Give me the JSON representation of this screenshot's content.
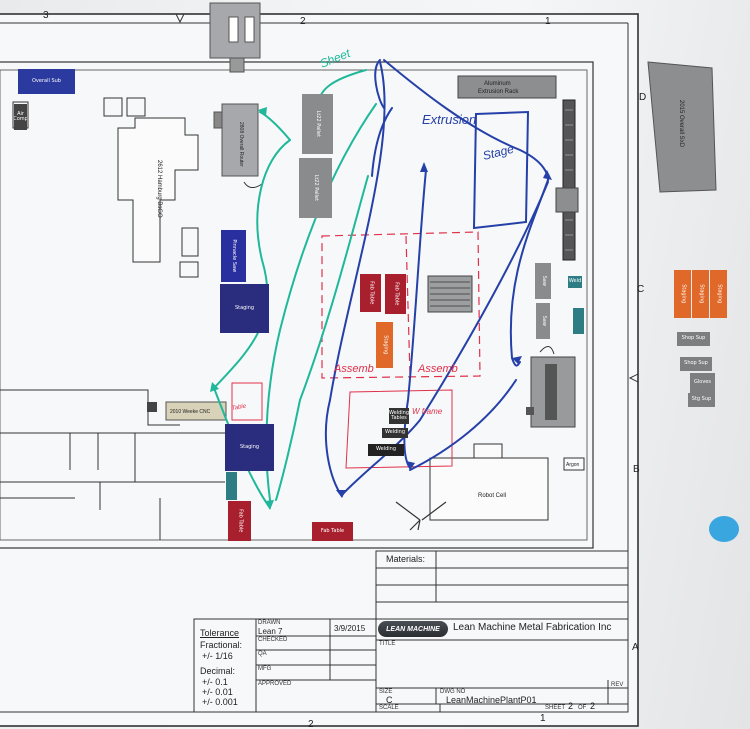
{
  "grid": {
    "top_numbers": [
      "3",
      "2",
      "1"
    ],
    "bottom_numbers": [
      "2",
      "1"
    ],
    "right_letters": [
      "D",
      "C",
      "B",
      "A"
    ]
  },
  "annotations": {
    "sheet": "Sheet",
    "extrusion": "Extrusion",
    "stage": "Stage",
    "assemb_left": "Assemb",
    "assemb_right": "Assemb",
    "wframe": "W frame",
    "table": "Table"
  },
  "title_block": {
    "materials_label": "Materials:",
    "tolerance_label": "Tolerance",
    "fractional_label": "Fractional:",
    "fractional_value": "+/- 1/16",
    "decimal_label": "Decimal:",
    "decimal_values": [
      "+/- 0.1",
      "+/- 0.01",
      "+/- 0.001"
    ],
    "drawn_label": "DRAWN",
    "drawn_value": "Lean 7",
    "checked_label": "CHECKED",
    "qa_label": "QA",
    "mfg_label": "MFG",
    "approved_label": "APPROVED",
    "date": "3/9/2015",
    "company": "Lean Machine Metal Fabrication Inc",
    "logo_text": "LEAN MACHINE",
    "title_label": "TITLE",
    "size_label": "SIZE",
    "size_value": "C",
    "dwg_label": "DWG NO",
    "dwg_value": "LeanMachinePlantP01",
    "rev_label": "REV",
    "scale_label": "SCALE",
    "sheet_label": "SHEET",
    "sheet_num": "2",
    "sheet_of": "OF",
    "sheet_total": "2"
  },
  "equipment": {
    "aluminum_rack": [
      "Aluminum",
      "Extrusion Rack"
    ],
    "overall_router": "2808 Overall Router",
    "hamburg_saw": "2612 Hamburg BsGO",
    "weeke_cnc": "2010 Weeke CNC",
    "overall_sd": "2015 Overall SxD",
    "robot_cell": "Robot Cell",
    "argon": "Argon"
  },
  "magnets": {
    "blue": [
      "Overall Sub",
      "Pinnacle Saw",
      "Staging",
      "Staging"
    ],
    "gray": [
      "Lt22 Pallet",
      "Lt22 Pallet",
      "Saw",
      "Saw",
      "Air Comp",
      "Weld",
      "Shop Sup",
      "Shop Sup",
      "Gloves",
      "Stg Sup"
    ],
    "red": [
      "Fab Table",
      "Fab Table",
      "Fab Table",
      "Fab Table"
    ],
    "orange": [
      "Staging",
      "Staging",
      "Staging",
      "Staging"
    ],
    "dark": [
      "Welding Tables",
      "Welding",
      "Welding"
    ]
  },
  "colors": {
    "blue_marker": "#2540a8",
    "green_marker": "#1fb89a",
    "red_marker": "#e0304a",
    "blue_magnet": "#2b2d8c",
    "red_magnet": "#b0212e",
    "orange_magnet": "#e36b2a",
    "gray_magnet": "#8a8a8a"
  }
}
